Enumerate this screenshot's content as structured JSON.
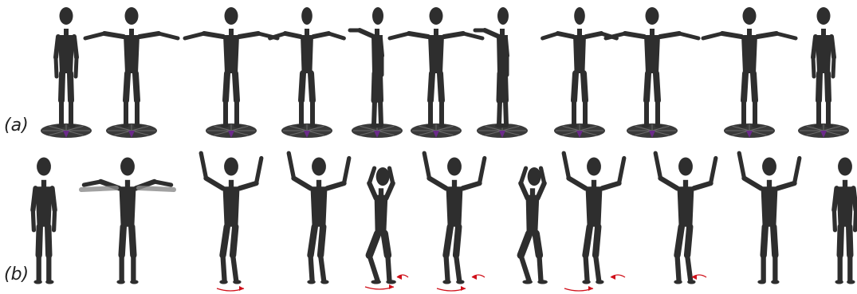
{
  "panels": [
    {
      "label": "(a)",
      "figure_count": 11,
      "pedestal": true,
      "poses": [
        "neutral",
        "t-pose",
        "t-pose",
        "t-pose-turned",
        "side",
        "t-pose",
        "side",
        "t-pose-turned",
        "t-pose",
        "t-pose",
        "neutral"
      ]
    },
    {
      "label": "(b)",
      "figure_count": 11,
      "pedestal": false,
      "poses": [
        "neutral",
        "arms-raise",
        "dance",
        "dance",
        "crouch",
        "dance",
        "crouch",
        "dance",
        "dance",
        "arms-up",
        "neutral-clipped"
      ]
    }
  ],
  "colors": {
    "figure": "#2e2e2e",
    "pedestal": "#3a3a3a",
    "arrow": "#d0101a",
    "ghost": "#8a8a8a"
  }
}
